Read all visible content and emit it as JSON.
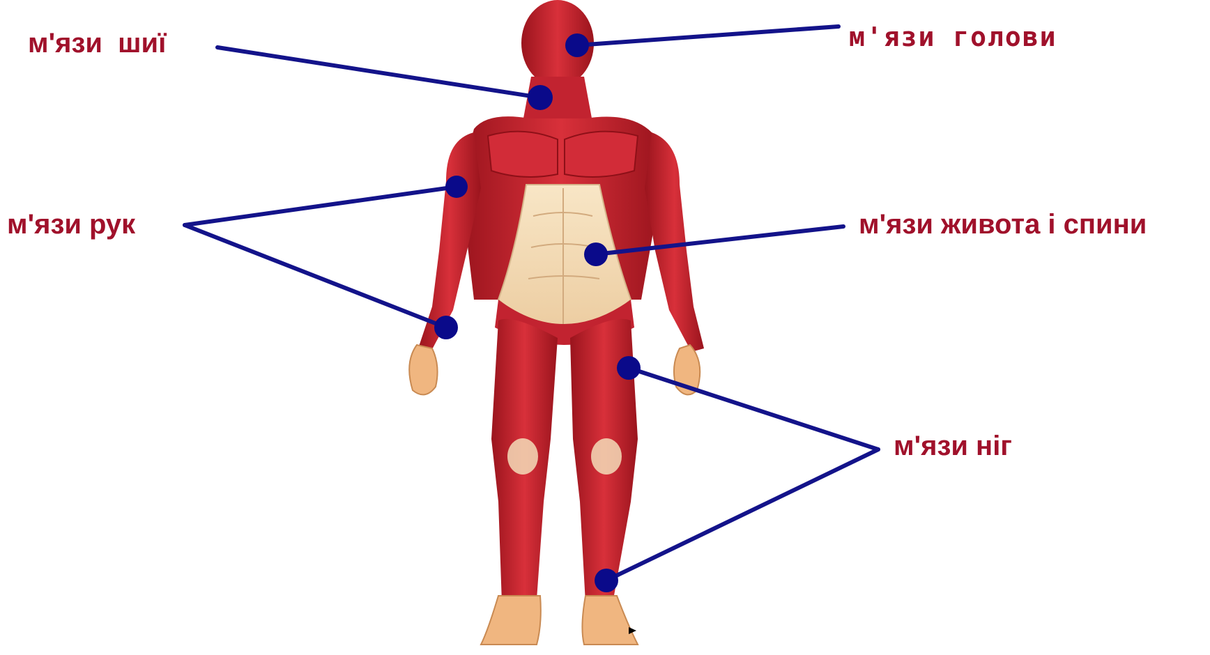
{
  "diagram": {
    "labels": {
      "head": "м'язи  голови",
      "neck": "м'язи  шиї",
      "arms": "м'язи рук",
      "abdomen_back": "м'язи живота і спини",
      "legs": "м'язи ніг"
    },
    "colors": {
      "label_text": "#a0112b",
      "pointer_line": "#13138a",
      "marker": "#0a0a8a",
      "muscle_red": "#c8202e",
      "muscle_dark": "#8e1018",
      "tendon": "#f3dcb8",
      "skin_tone": "#f0b680"
    }
  }
}
